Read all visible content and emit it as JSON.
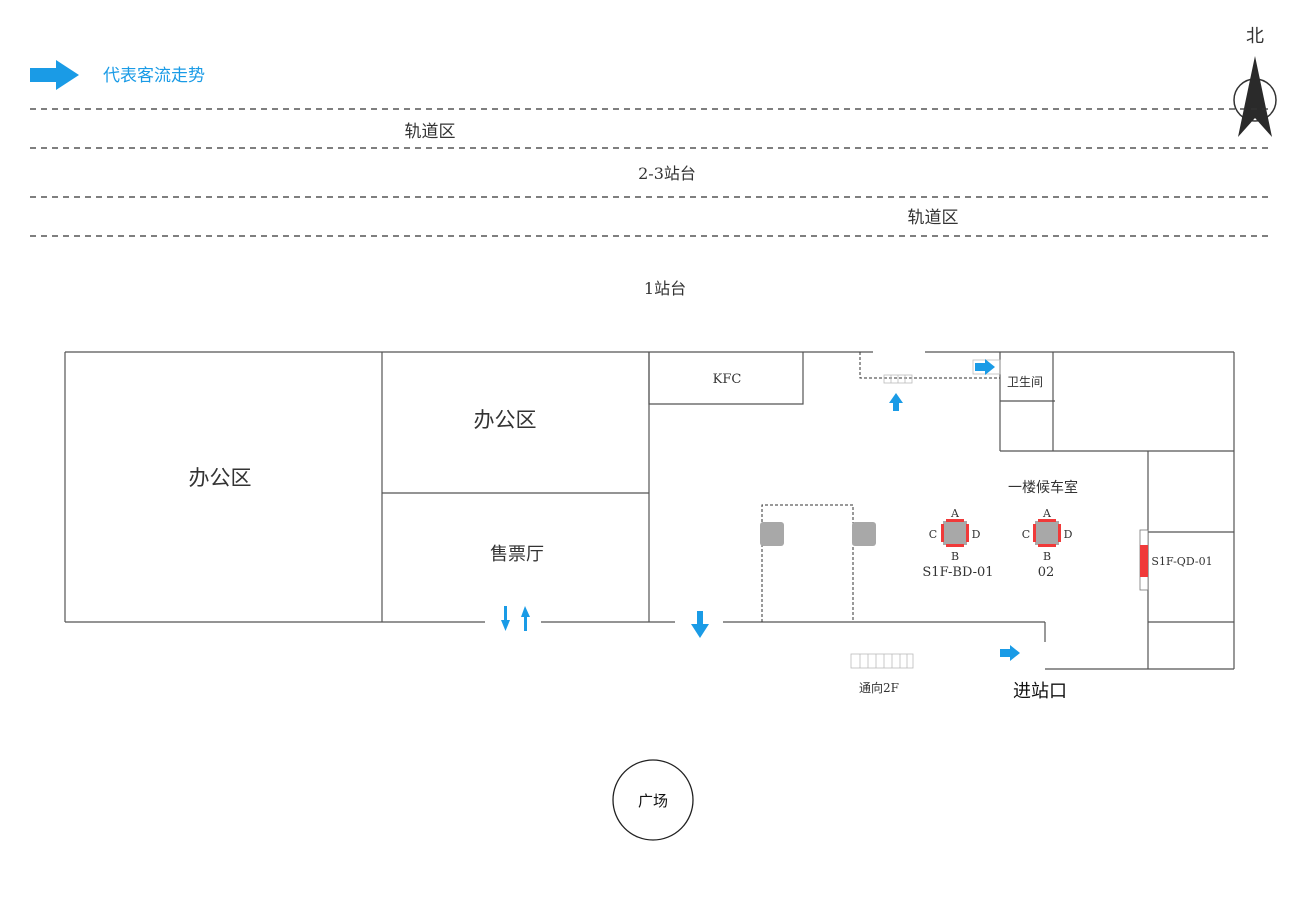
{
  "legend": {
    "label": "代表客流走势",
    "icon": "arrow-right-icon"
  },
  "compass": {
    "label": "北"
  },
  "zones": {
    "track_1": "轨道区",
    "platform_23": "2-3站台",
    "track_2": "轨道区",
    "platform_1": "1站台"
  },
  "rooms": {
    "office_left": "办公区",
    "office_mid": "办公区",
    "ticket_hall": "售票厅",
    "kfc": "KFC",
    "toilet": "卫生间",
    "waiting_room": "一楼候车室",
    "to_2f": "通向2F",
    "entrance": "进站口",
    "plaza": "广场"
  },
  "devices": [
    {
      "id": "S1F-BD-01",
      "sides": [
        "A",
        "B",
        "C",
        "D"
      ]
    },
    {
      "id": "02",
      "sides": [
        "A",
        "B",
        "C",
        "D"
      ]
    }
  ],
  "gate": {
    "id": "S1F-QD-01"
  },
  "colors": {
    "flow": "#1a9be6",
    "device": "#f03a3a",
    "column": "#a8a8a8",
    "wall": "#555555"
  }
}
